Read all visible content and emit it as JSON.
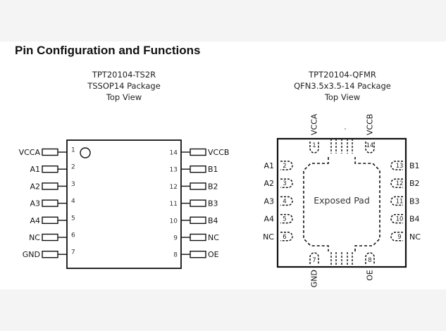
{
  "heading": "Pin Configuration and Functions",
  "tssop": {
    "part": "TPT20104-TS2R",
    "package": "TSSOP14 Package",
    "view": "Top View",
    "left_pins": [
      {
        "num": "1",
        "name": "VCCA"
      },
      {
        "num": "2",
        "name": "A1"
      },
      {
        "num": "3",
        "name": "A2"
      },
      {
        "num": "4",
        "name": "A3"
      },
      {
        "num": "5",
        "name": "A4"
      },
      {
        "num": "6",
        "name": "NC"
      },
      {
        "num": "7",
        "name": "GND"
      }
    ],
    "right_pins": [
      {
        "num": "14",
        "name": "VCCB"
      },
      {
        "num": "13",
        "name": "B1"
      },
      {
        "num": "12",
        "name": "B2"
      },
      {
        "num": "11",
        "name": "B3"
      },
      {
        "num": "10",
        "name": "B4"
      },
      {
        "num": "9",
        "name": "NC"
      },
      {
        "num": "8",
        "name": "OE"
      }
    ]
  },
  "qfn": {
    "part": "TPT20104-QFMR",
    "package": "QFN3.5x3.5-14 Package",
    "view": "Top View",
    "exposed_pad": "Exposed Pad",
    "top_pins": [
      {
        "num": "1",
        "name": "VCCA"
      },
      {
        "num": "14",
        "name": "VCCB"
      }
    ],
    "left_pins": [
      {
        "num": "2",
        "name": "A1"
      },
      {
        "num": "3",
        "name": "A2"
      },
      {
        "num": "4",
        "name": "A3"
      },
      {
        "num": "5",
        "name": "A4"
      },
      {
        "num": "6",
        "name": "NC"
      }
    ],
    "right_pins": [
      {
        "num": "13",
        "name": "B1"
      },
      {
        "num": "12",
        "name": "B2"
      },
      {
        "num": "11",
        "name": "B3"
      },
      {
        "num": "10",
        "name": "B4"
      },
      {
        "num": "9",
        "name": "NC"
      }
    ],
    "bottom_pins": [
      {
        "num": "7",
        "name": "GND"
      },
      {
        "num": "8",
        "name": "OE"
      }
    ]
  }
}
